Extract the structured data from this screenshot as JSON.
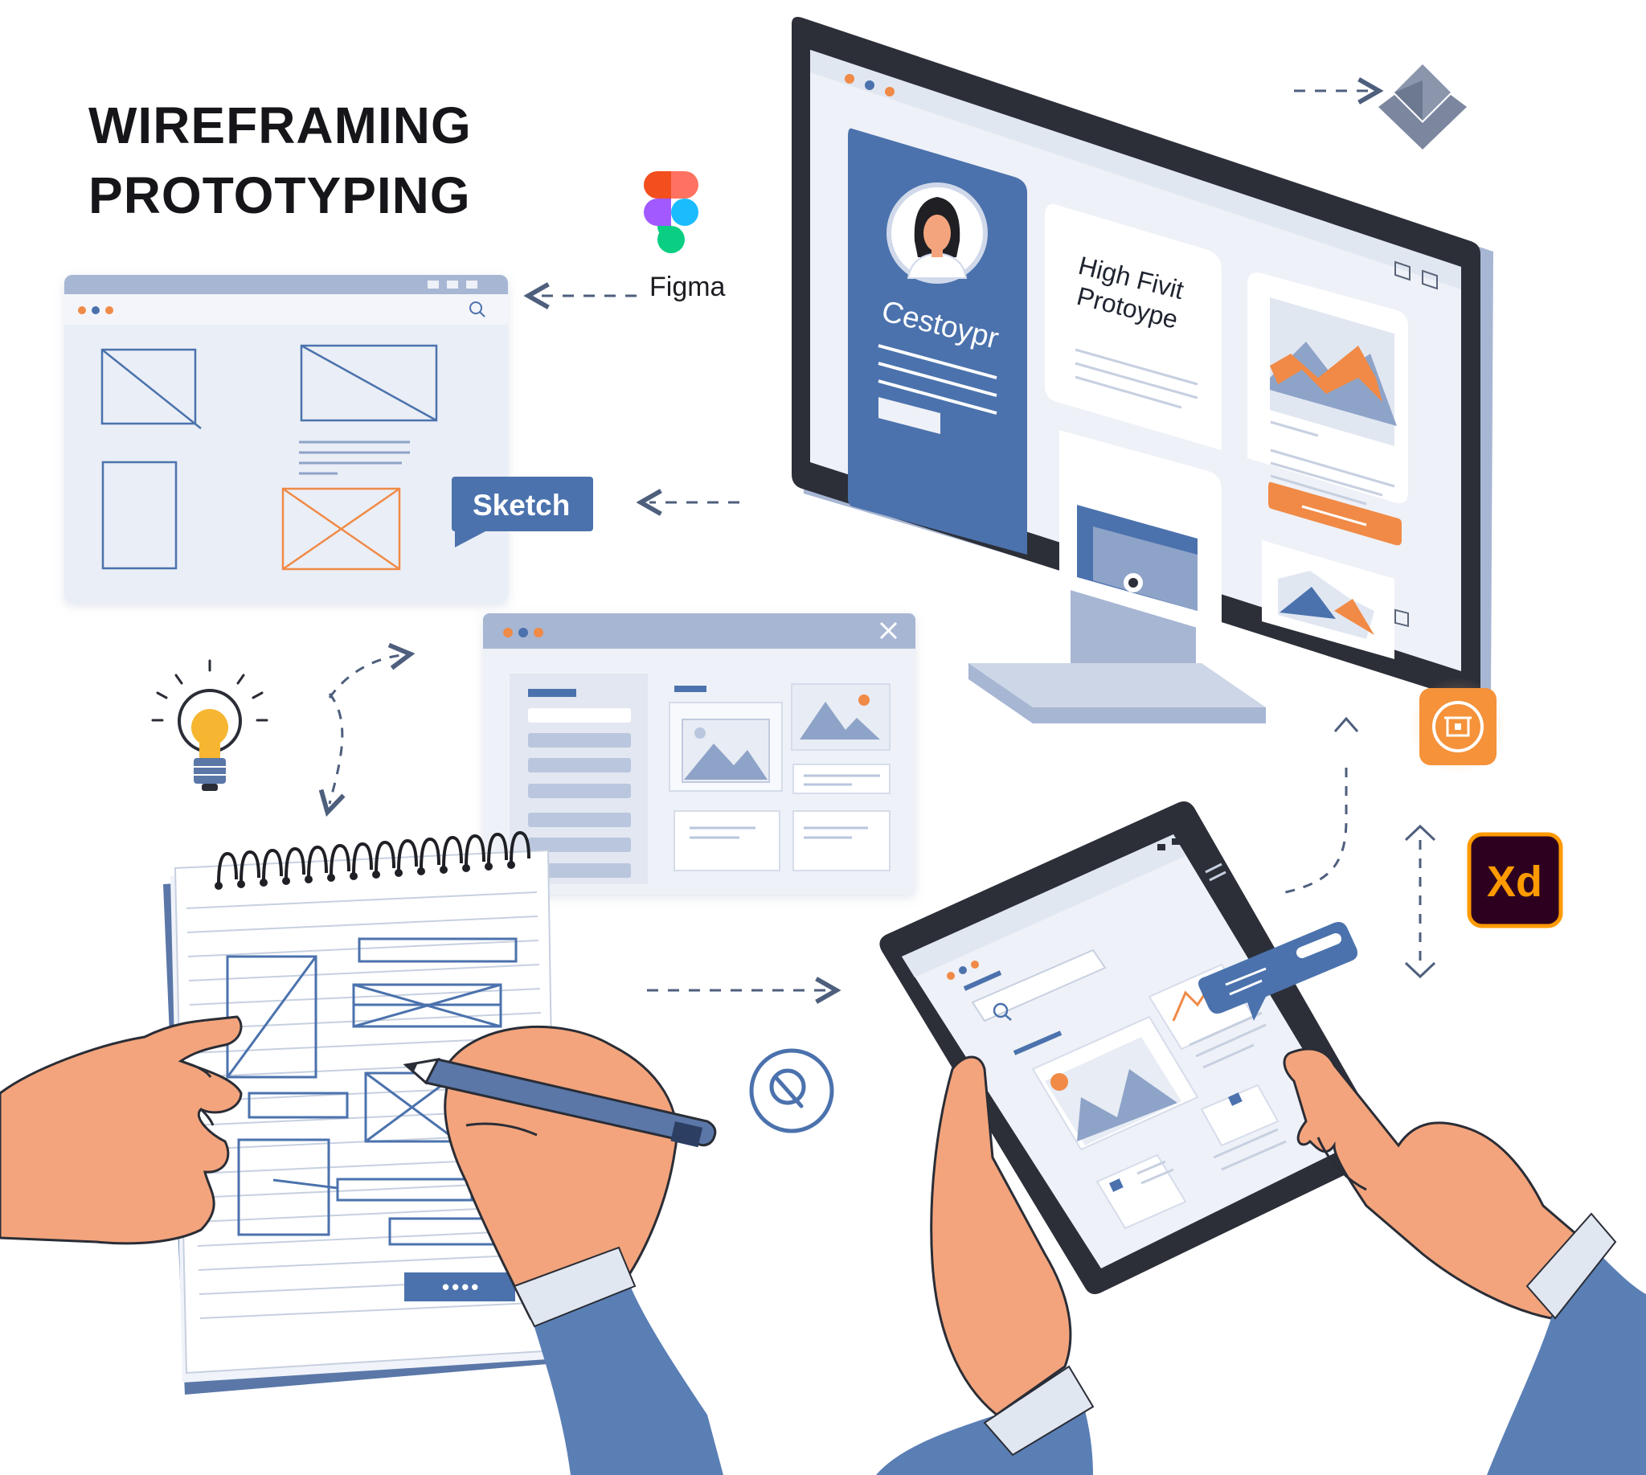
{
  "header": {
    "title_line1": "WIREFRAMING",
    "title_line2": "PROTOTYPING"
  },
  "tools": {
    "figma_label": "Figma",
    "sketch_label": "Sketch",
    "xd_label": "Xd"
  },
  "monitor": {
    "profile_name": "Cestoypr",
    "card_title_line1": "High Fivit",
    "card_title_line2": "Protoype",
    "button_dots": "•••"
  },
  "notebook": {
    "button_dots": "••••"
  },
  "tablet": {
    "tooltip": ""
  },
  "icons": {
    "figma": "figma-logo-icon",
    "sketch": "sketch-bubble-icon",
    "xd": "adobe-xd-icon",
    "lightbulb": "lightbulb-icon",
    "plugin": "plugin-icon",
    "layers": "layers-icon",
    "search": "search-icon"
  },
  "colors": {
    "primary_blue": "#4b72ad",
    "accent_orange": "#f08a46",
    "wire_blue": "#5a77a8",
    "light_panel": "#eef1f7",
    "dark_bezel": "#2c2f38",
    "skin": "#f3a47c",
    "sleeve": "#5a7fb5",
    "bulb_yellow": "#f7b631",
    "xd_bg": "#2e001f"
  }
}
